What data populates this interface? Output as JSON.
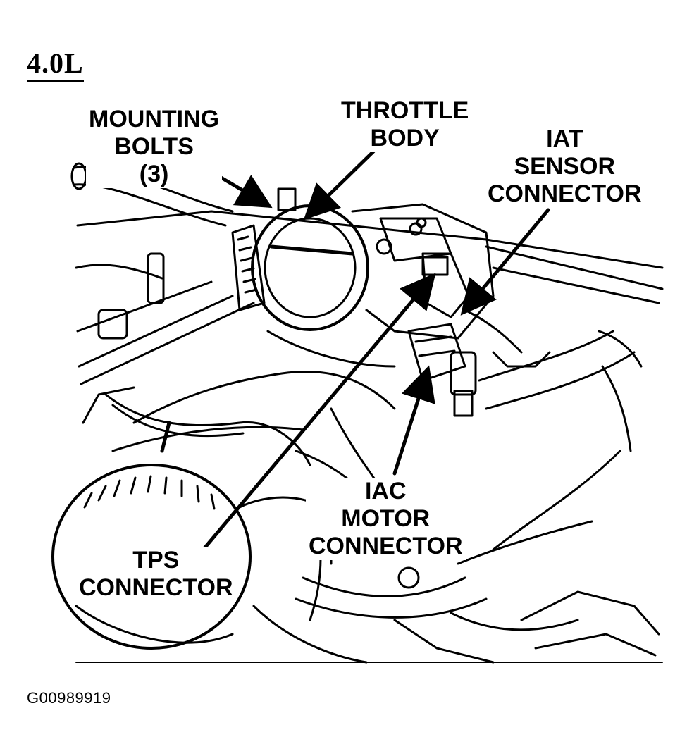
{
  "figure": {
    "engine": "4.0L",
    "code": "G00989919"
  },
  "labels": {
    "mounting_bolts": [
      "MOUNTING",
      "BOLTS",
      "(3)"
    ],
    "throttle_body": [
      "THROTTLE",
      "BODY"
    ],
    "iat_sensor_connector": [
      "IAT",
      "SENSOR",
      "CONNECTOR"
    ],
    "iac_motor_connector": [
      "IAC",
      "MOTOR",
      "CONNECTOR"
    ],
    "tps_connector": [
      "TPS",
      "CONNECTOR"
    ]
  },
  "icons": [
    "throttle-body-illustration",
    "leader-arrow"
  ],
  "colors": {
    "ink": "#000000",
    "paper": "#ffffff"
  }
}
